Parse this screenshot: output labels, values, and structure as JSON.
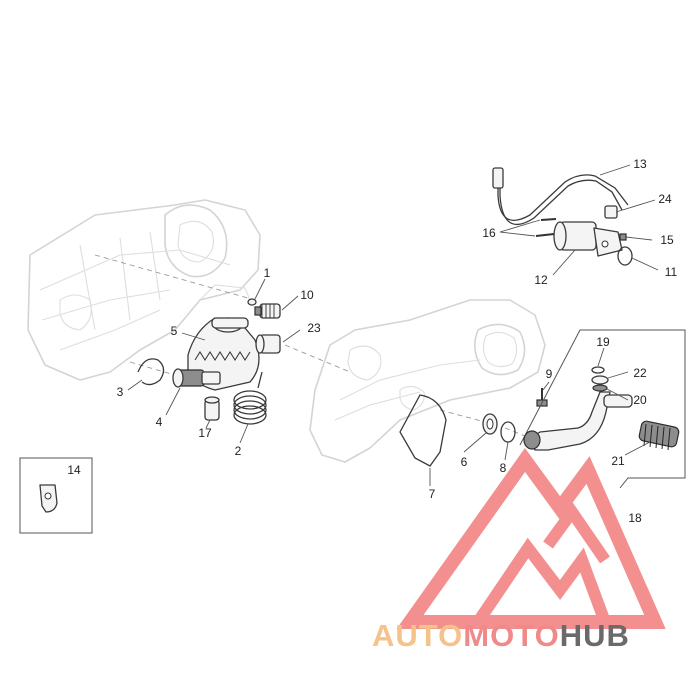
{
  "colors": {
    "watermark_auto": "#f5c38a",
    "watermark_moto": "#f08a8a",
    "watermark_hub": "#6a6a6a",
    "watermark_logo": "#f07070"
  },
  "callouts": {
    "c1": "1",
    "c2": "2",
    "c3": "3",
    "c4": "4",
    "c5": "5",
    "c6": "6",
    "c7": "7",
    "c8": "8",
    "c9": "9",
    "c10": "10",
    "c11": "11",
    "c12": "12",
    "c13": "13",
    "c14": "14",
    "c15": "15",
    "c16": "16",
    "c17": "17",
    "c18": "18",
    "c19": "19",
    "c20": "20",
    "c21": "21",
    "c22": "22",
    "c23": "23",
    "c24": "24"
  },
  "watermark": {
    "part1": "AUTO",
    "part2": "MOTO",
    "part3": "HUB"
  }
}
